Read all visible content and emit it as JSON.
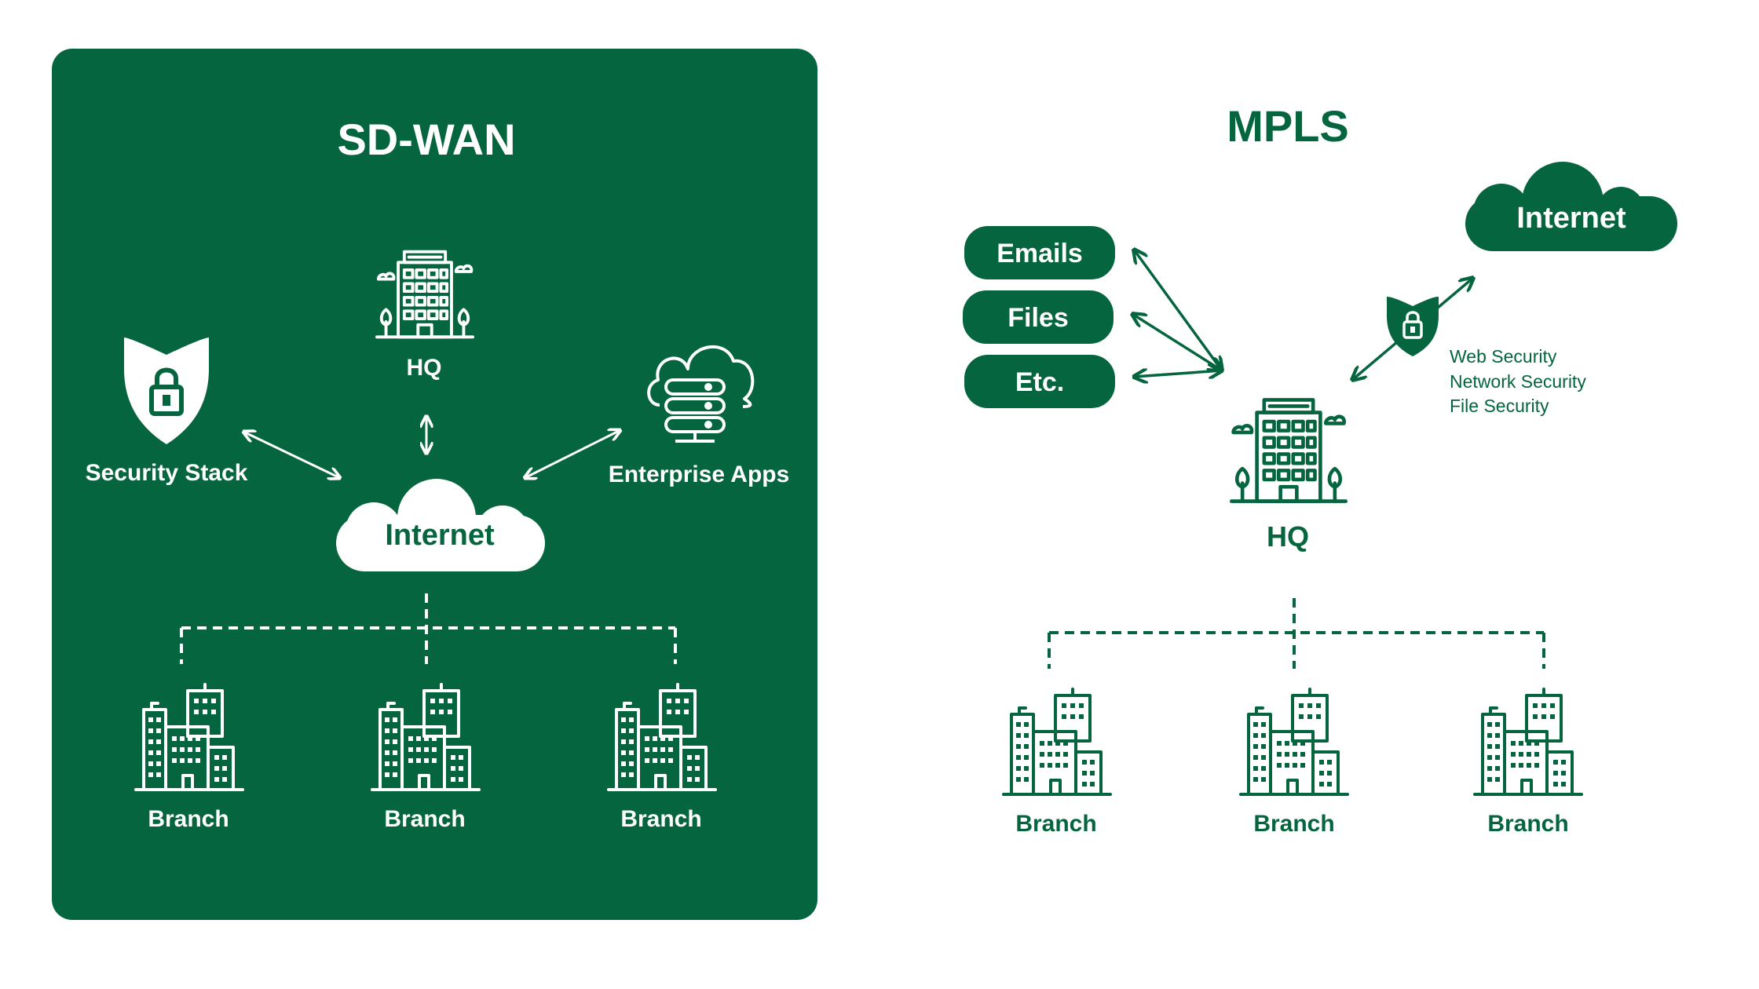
{
  "colors": {
    "primary": "#05653f",
    "background": "#ffffff",
    "on_primary": "#ffffff"
  },
  "sdwan": {
    "title": "SD-WAN",
    "hq_label": "HQ",
    "security_label": "Security Stack",
    "apps_label": "Enterprise Apps",
    "internet_label": "Internet",
    "branches": [
      "Branch",
      "Branch",
      "Branch"
    ]
  },
  "mpls": {
    "title": "MPLS",
    "services": [
      "Emails",
      "Files",
      "Etc."
    ],
    "internet_label": "Internet",
    "hq_label": "HQ",
    "security_features": [
      "Web Security",
      "Network Security",
      "File Security"
    ],
    "branches": [
      "Branch",
      "Branch",
      "Branch"
    ]
  },
  "icons": {
    "building": "office-building-icon",
    "shield": "shield-lock-icon",
    "cloud_server": "cloud-server-icon",
    "branch": "city-buildings-icon",
    "cloud": "cloud-icon"
  }
}
